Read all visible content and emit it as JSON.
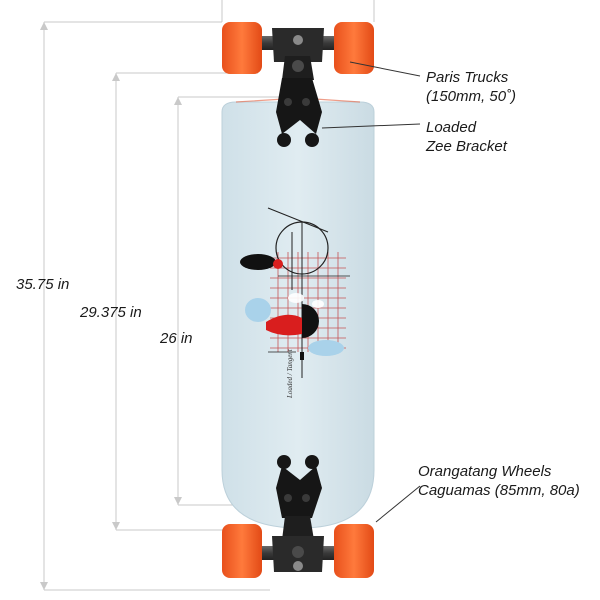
{
  "dimensions": {
    "overall": "35.75 in",
    "wheelbase_outer": "29.375 in",
    "wheelbase": "26 in"
  },
  "callouts": {
    "trucks": {
      "line1": "Paris Trucks",
      "line2": "(150mm, 50˚)"
    },
    "bracket": {
      "line1": "Loaded",
      "line2": "Zee Bracket"
    },
    "wheels": {
      "line1": "Orangatang Wheels",
      "line2": "Caguamas (85mm, 80a)"
    }
  },
  "colors": {
    "deck": "#d6e6ee",
    "wheel": "#f05a22",
    "truck": "#2a2a2a",
    "accent_red": "#d91e1e",
    "accent_blue": "#a9d2ea"
  },
  "deck_graphic": {
    "signature": "Loaded / Tangent"
  }
}
